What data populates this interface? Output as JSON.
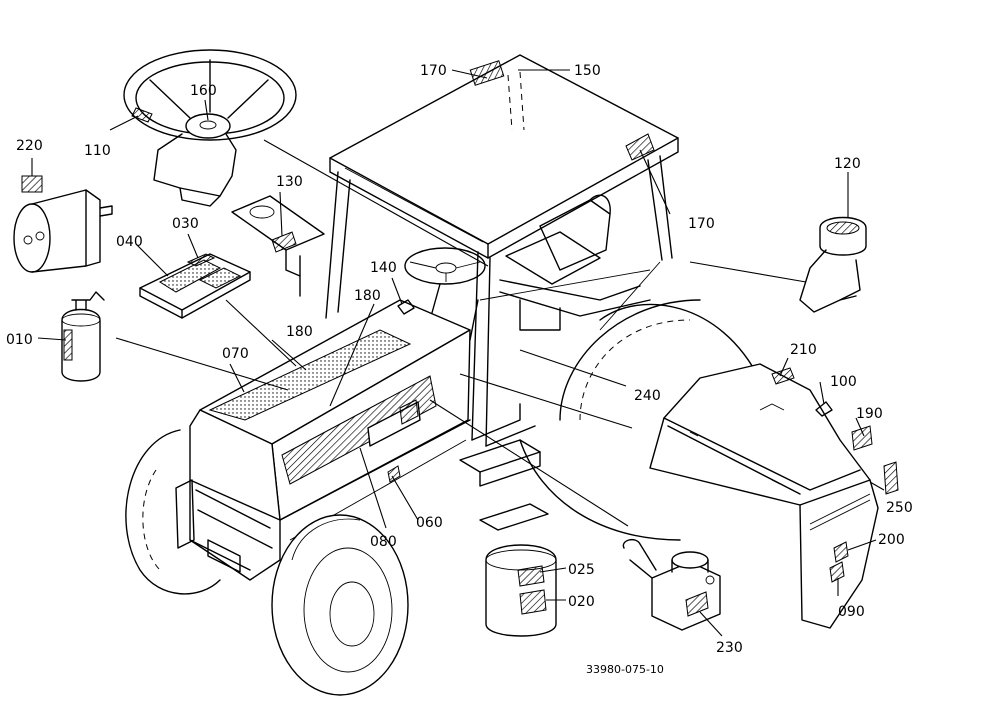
{
  "labels": {
    "l170a": "170",
    "l150": "150",
    "l160": "160",
    "l110": "110",
    "l220": "220",
    "l130": "130",
    "l030": "030",
    "l040": "040",
    "l140": "140",
    "l180a": "180",
    "l180b": "180",
    "l010": "010",
    "l070": "070",
    "l120": "120",
    "l170b": "170",
    "l210": "210",
    "l100": "100",
    "l240": "240",
    "l190": "190",
    "l250": "250",
    "l060": "060",
    "l080": "080",
    "l200": "200",
    "l025": "025",
    "l020": "020",
    "l090": "090",
    "l230": "230"
  },
  "drawing_code": "33980-075-10"
}
